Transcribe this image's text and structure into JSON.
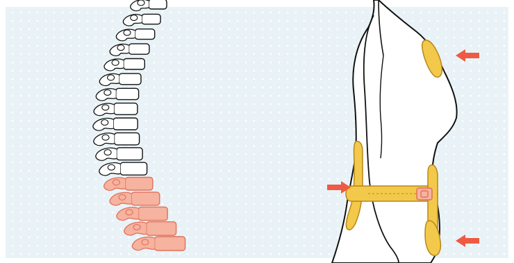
{
  "figure": {
    "panels": [
      {
        "name": "spine-side-view",
        "highlighted_region": "lumbar-vertebrae"
      },
      {
        "name": "torso-with-brace",
        "device": "hyperextension-brace"
      }
    ],
    "pressure_points": [
      {
        "name": "sternal-pad",
        "direction": "left"
      },
      {
        "name": "lumbar-pad",
        "direction": "right"
      },
      {
        "name": "pubic-pad",
        "direction": "left"
      }
    ]
  },
  "colors": {
    "background": "#e9f3f7",
    "dot_grid": "#ffffff",
    "outline": "#111111",
    "bone_fill": "#ffffff",
    "highlight_fill": "#f6b39f",
    "highlight_stroke": "#e0705a",
    "brace_fill": "#f2c94a",
    "brace_stroke": "#b8861a",
    "arrow": "#ee5a44"
  }
}
